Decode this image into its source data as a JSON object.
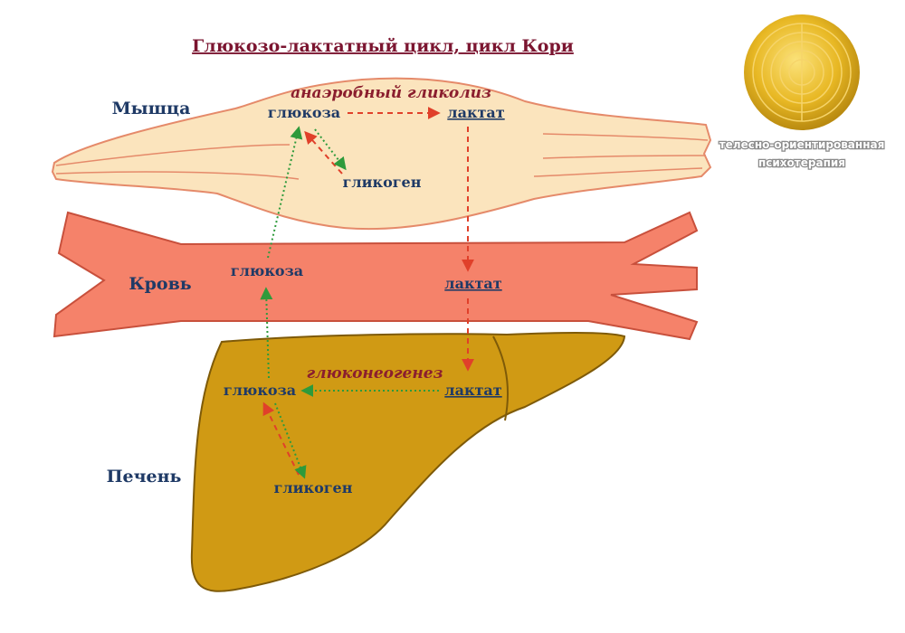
{
  "title": "Глюкозо-лактатный цикл, цикл Кори",
  "organs": {
    "muscle": "Мышца",
    "blood": "Кровь",
    "liver": "Печень"
  },
  "processes": {
    "anaerobic_glycolysis": "анаэробный гликолиз",
    "gluconeogenesis": "глюконеогенез"
  },
  "molecules": {
    "muscle_glucose": "глюкоза",
    "muscle_lactate": "лактат",
    "muscle_glycogen": "гликоген",
    "blood_glucose": "глюкоза",
    "blood_lactate": "лактат",
    "liver_glucose": "глюкоза",
    "liver_lactate": "лактат",
    "liver_glycogen": "гликоген"
  },
  "logo": {
    "line1": "телесно-ориентированная",
    "line2": "психотерапия"
  },
  "colors": {
    "muscle_fill": "#fbe4bd",
    "muscle_stroke": "#e58a6a",
    "blood_fill": "#f5826a",
    "blood_stroke": "#c8503c",
    "liver_fill": "#d09a14",
    "liver_stroke": "#7e5a08",
    "red_arrow": "#e0402a",
    "green_arrow": "#2e9a3b",
    "logo_gold": "#e8b824"
  }
}
